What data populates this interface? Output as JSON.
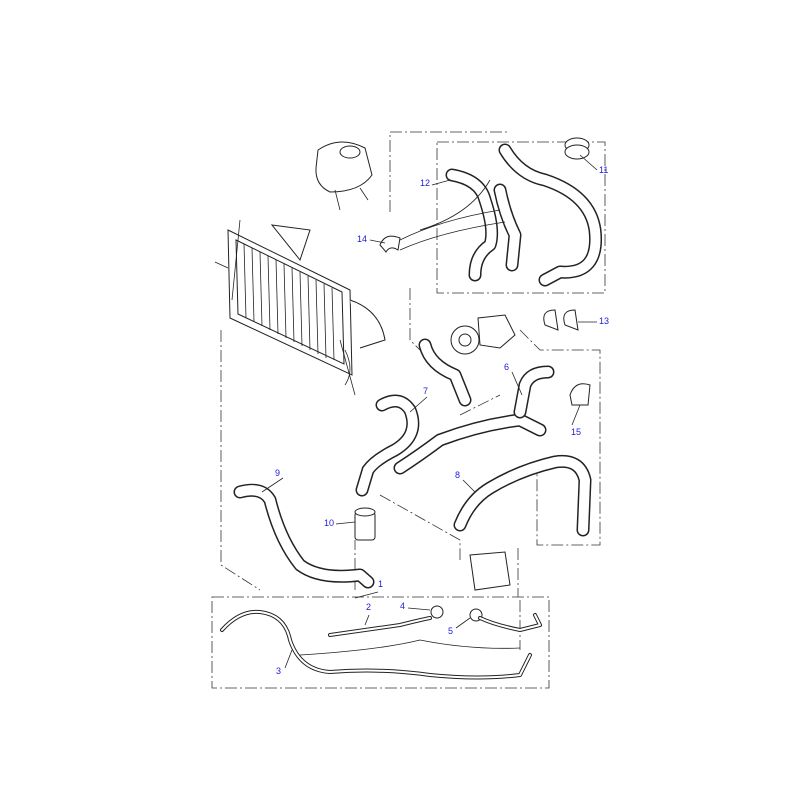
{
  "diagram": {
    "callout_color": "#1c1cd6",
    "callouts": [
      {
        "id": "1",
        "part": "hose-assembly-group"
      },
      {
        "id": "2",
        "part": "pipe-upper"
      },
      {
        "id": "3",
        "part": "pipe-lower"
      },
      {
        "id": "4",
        "part": "valve-a"
      },
      {
        "id": "5",
        "part": "valve-b"
      },
      {
        "id": "6",
        "part": "hose-upper-right"
      },
      {
        "id": "7",
        "part": "hose-radiator-upper"
      },
      {
        "id": "8",
        "part": "hose-middle"
      },
      {
        "id": "9",
        "part": "hose-radiator-lower"
      },
      {
        "id": "10",
        "part": "thermostat-housing"
      },
      {
        "id": "11",
        "part": "clip-top"
      },
      {
        "id": "12",
        "part": "hose-expansion-tank"
      },
      {
        "id": "13",
        "part": "clips-pair"
      },
      {
        "id": "14",
        "part": "clip-left"
      },
      {
        "id": "15",
        "part": "bracket-clip"
      }
    ]
  }
}
